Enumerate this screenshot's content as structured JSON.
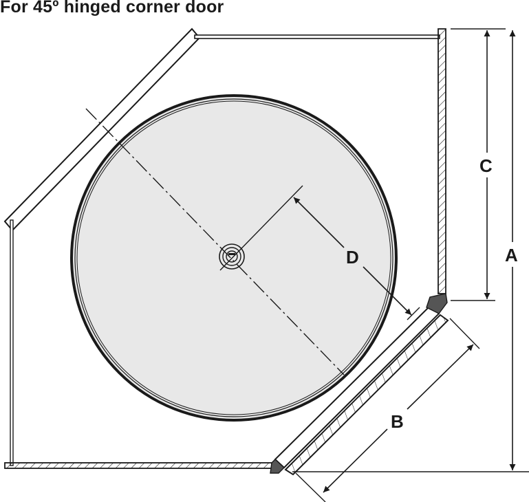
{
  "title": "For 45º hinged corner door",
  "dimensions": {
    "A": {
      "label": "A",
      "description": "overall cabinet depth (vertical, right side)"
    },
    "B": {
      "label": "B",
      "description": "door opening width (diagonal)"
    },
    "C": {
      "label": "C",
      "description": "side wall depth to door"
    },
    "D": {
      "label": "D",
      "description": "turntable radius"
    }
  },
  "colors": {
    "line": "#1a1a1a",
    "turntable_fill": "#e8e8e8",
    "hinge_fill": "#555555",
    "background": "#ffffff"
  }
}
